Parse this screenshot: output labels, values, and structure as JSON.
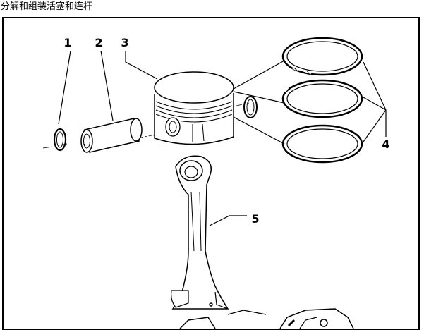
{
  "document": {
    "title": "分解和组装活塞和连杆"
  },
  "figure": {
    "callouts": [
      {
        "id": "1",
        "label": "1"
      },
      {
        "id": "2",
        "label": "2"
      },
      {
        "id": "3",
        "label": "3"
      },
      {
        "id": "4",
        "label": "4"
      },
      {
        "id": "5",
        "label": "5"
      }
    ]
  }
}
